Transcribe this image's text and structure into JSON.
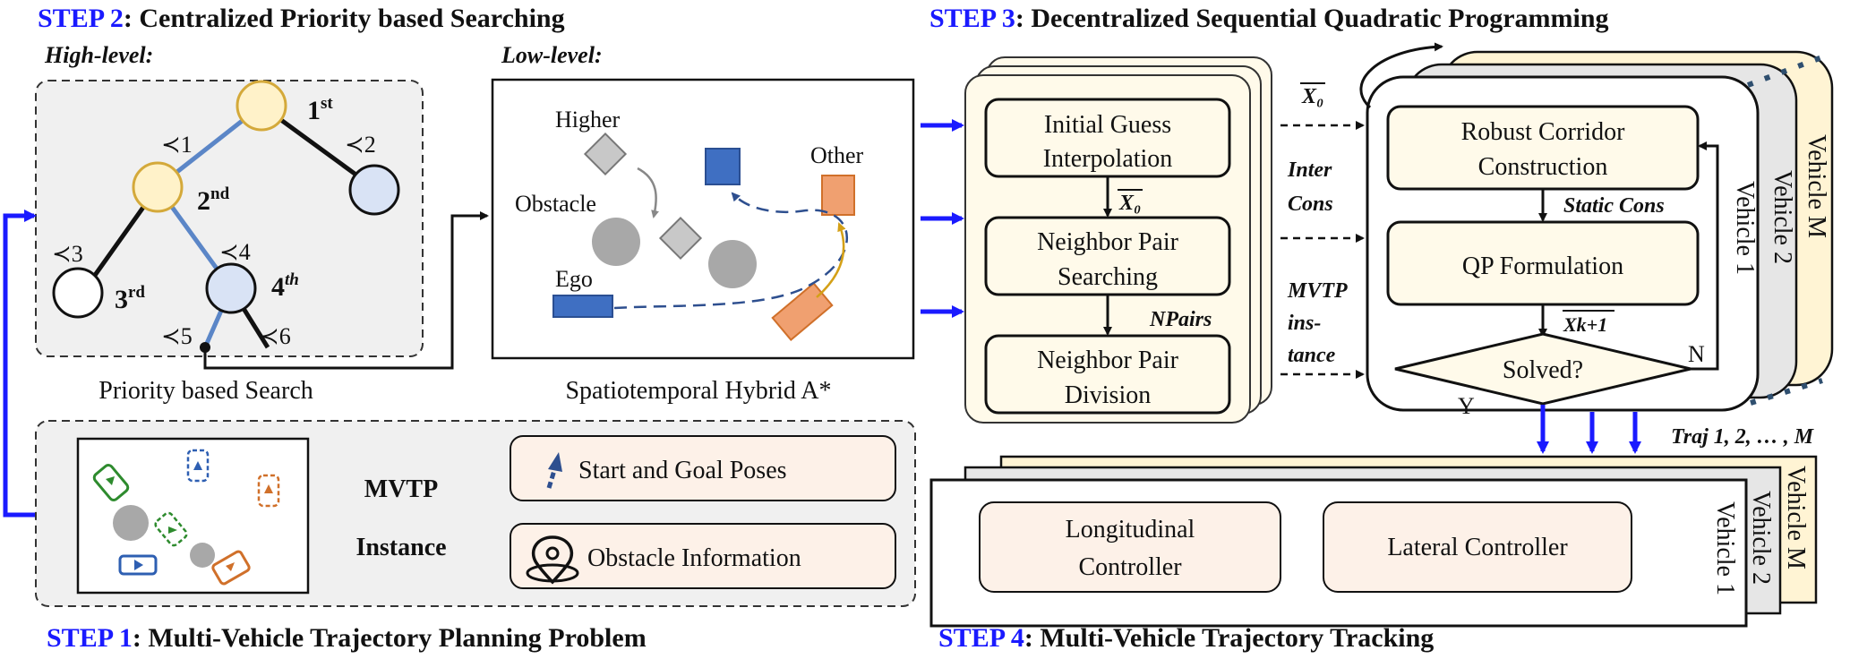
{
  "steps": {
    "s2": {
      "num": "STEP 2",
      "title": ": Centralized Priority based Searching"
    },
    "s3": {
      "num": "STEP 3",
      "title": ": Decentralized Sequential Quadratic Programming"
    },
    "s1": {
      "num": "STEP 1",
      "title": ": Multi-Vehicle Trajectory Planning Problem"
    },
    "s4": {
      "num": "STEP 4",
      "title": ": Multi-Vehicle Trajectory Tracking"
    }
  },
  "search": {
    "high_level": "High-level:",
    "low_level": "Low-level:",
    "priority_caption": "Priority based Search",
    "hybrid_caption": "Spatiotemporal Hybrid A*",
    "ranks": [
      "1st",
      "2nd",
      "3rd",
      "4th"
    ],
    "edge_labels": [
      "≺1",
      "≺2",
      "≺3",
      "≺4",
      "≺5",
      "≺6"
    ],
    "low_labels": {
      "higher": "Higher",
      "obstacle": "Obstacle",
      "ego": "Ego",
      "other": "Other"
    }
  },
  "step1": {
    "mvtp": "MVTP",
    "instance": "Instance",
    "legend": {
      "start_goal": "Start and Goal Poses",
      "obstacle_info": "Obstacle Information"
    }
  },
  "step3": {
    "boxes": {
      "init": [
        "Initial Guess",
        "Interpolation"
      ],
      "pair_search": [
        "Neighbor Pair",
        "Searching"
      ],
      "pair_div": [
        "Neighbor Pair",
        "Division"
      ],
      "corridor": [
        "Robust Corridor",
        "Construction"
      ],
      "qp": "QP Formulation",
      "solved": "Solved?"
    },
    "labels": {
      "x0": "X₀",
      "x0_top": "X₀",
      "npairs": "NPairs",
      "inter_cons": [
        "Inter",
        "Cons"
      ],
      "mvtp_instance": [
        "MVTP",
        "ins-",
        "tance"
      ],
      "static_cons": "Static Cons",
      "xk1": "Xk+1",
      "n": "N",
      "y": "Y",
      "traj": "Traj 1, 2, … , M"
    },
    "vehicles": [
      "Vehicle 1",
      "Vehicle 2",
      "Vehicle M"
    ]
  },
  "step4": {
    "longitudinal": [
      "Longitudinal",
      "Controller"
    ],
    "lateral": "Lateral Controller",
    "vehicles": [
      "Vehicle 1",
      "Vehicle 2",
      "Vehicle M"
    ]
  },
  "colors": {
    "step_blue": "#1a1aff",
    "tree_blue": "#5b86c7",
    "node_yellow": "#fff2c9",
    "node_blue": "#d9e3f5",
    "box_cream": "#fffaea",
    "legend_pink": "#fdf1e8",
    "panel_gray": "#f0f0f0",
    "ego_blue": "#3f6fc2",
    "other_orange": "#f0a070"
  }
}
